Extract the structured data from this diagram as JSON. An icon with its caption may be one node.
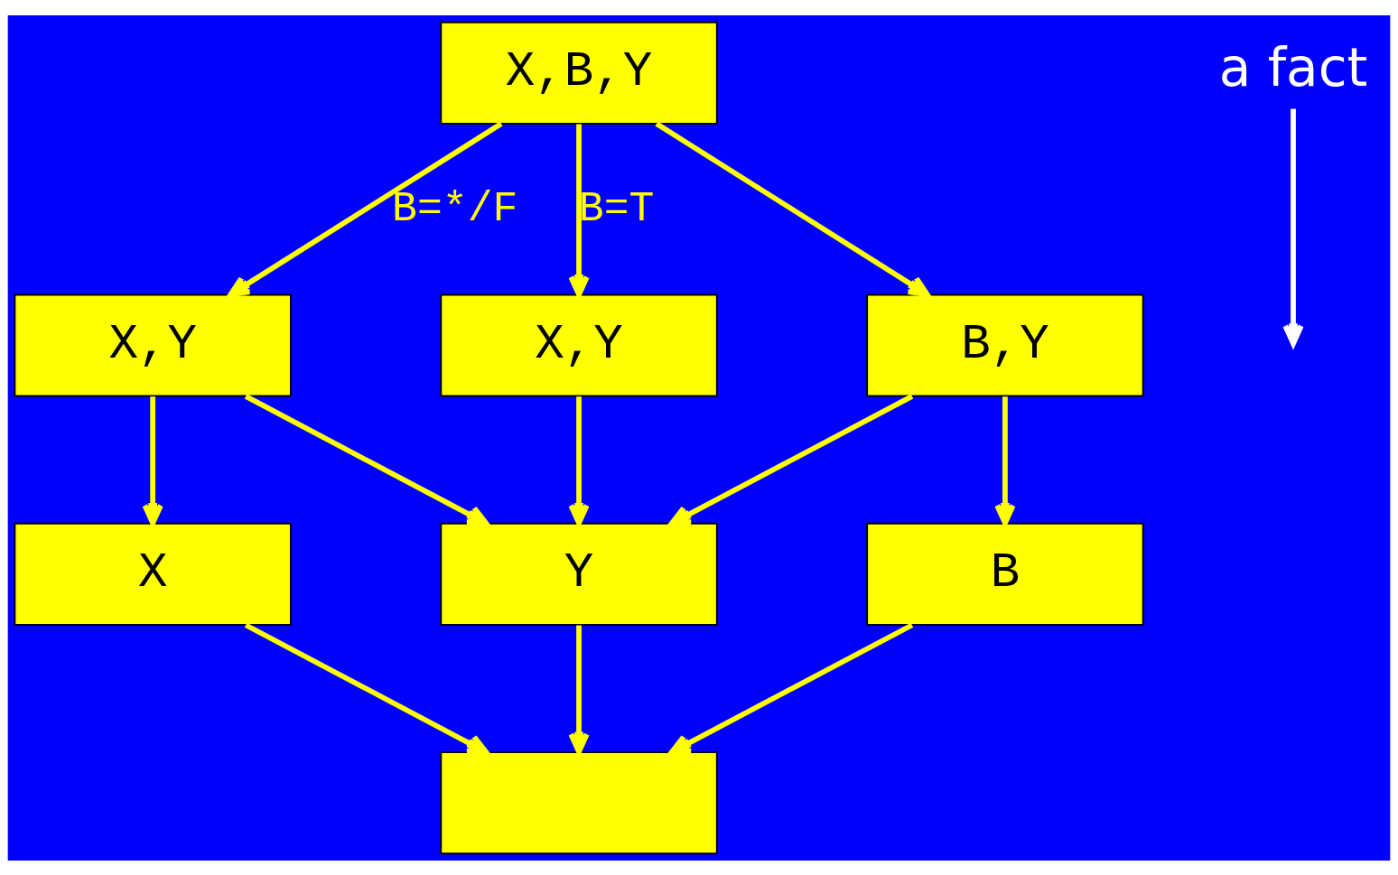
{
  "diagram": {
    "nodes": [
      {
        "text": [
          "X,B,Y"
        ]
      },
      {
        "text": [
          "X,Y"
        ]
      },
      {
        "text": [
          "X,Y"
        ]
      },
      {
        "text": [
          "B,Y"
        ]
      },
      {
        "text": [
          "X"
        ]
      },
      {
        "text": [
          "Y"
        ]
      },
      {
        "text": [
          "B"
        ]
      },
      {
        "text": [],
        "shape": "box"
      },
      {
        "text": [
          "a fact"
        ]
      }
    ],
    "edges": [
      {
        "from": 0,
        "to": 1,
        "arrow": "to",
        "label": "B=*/F"
      },
      {
        "from": 0,
        "to": 2,
        "arrow": "to",
        "label": "B=T"
      },
      {
        "from": 0,
        "to": 3,
        "arrow": "to"
      },
      {
        "from": 1,
        "to": 4,
        "arrow": "to"
      },
      {
        "from": 1,
        "to": 5,
        "arrow": "to"
      },
      {
        "from": 2,
        "to": 5,
        "arrow": "to"
      },
      {
        "from": 3,
        "to": 5,
        "arrow": "to"
      },
      {
        "from": 3,
        "to": 6,
        "arrow": "to"
      },
      {
        "from": 4,
        "to": 7,
        "arrow": "to"
      },
      {
        "from": 5,
        "to": 7,
        "arrow": "to"
      },
      {
        "from": 6,
        "to": 7,
        "arrow": "to"
      },
      {
        "from": 8,
        "to": null,
        "arrow": "to",
        "color": "#ffffff"
      }
    ]
  }
}
